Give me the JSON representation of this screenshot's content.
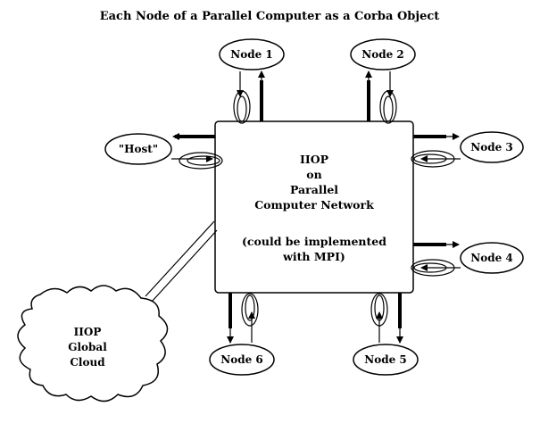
{
  "title": "Each Node of a Parallel Computer as a Corba Object",
  "center": {
    "lines": [
      "IIOP",
      "on",
      "Parallel",
      "Computer Network",
      "",
      "(could be implemented",
      "with MPI)"
    ]
  },
  "nodes": [
    {
      "id": "host",
      "label": "\"Host\""
    },
    {
      "id": "node1",
      "label": "Node 1"
    },
    {
      "id": "node2",
      "label": "Node 2"
    },
    {
      "id": "node3",
      "label": "Node 3"
    },
    {
      "id": "node4",
      "label": "Node 4"
    },
    {
      "id": "node5",
      "label": "Node 5"
    },
    {
      "id": "node6",
      "label": "Node 6"
    }
  ],
  "cloud": {
    "lines": [
      "IIOP",
      "Global",
      "Cloud"
    ]
  }
}
